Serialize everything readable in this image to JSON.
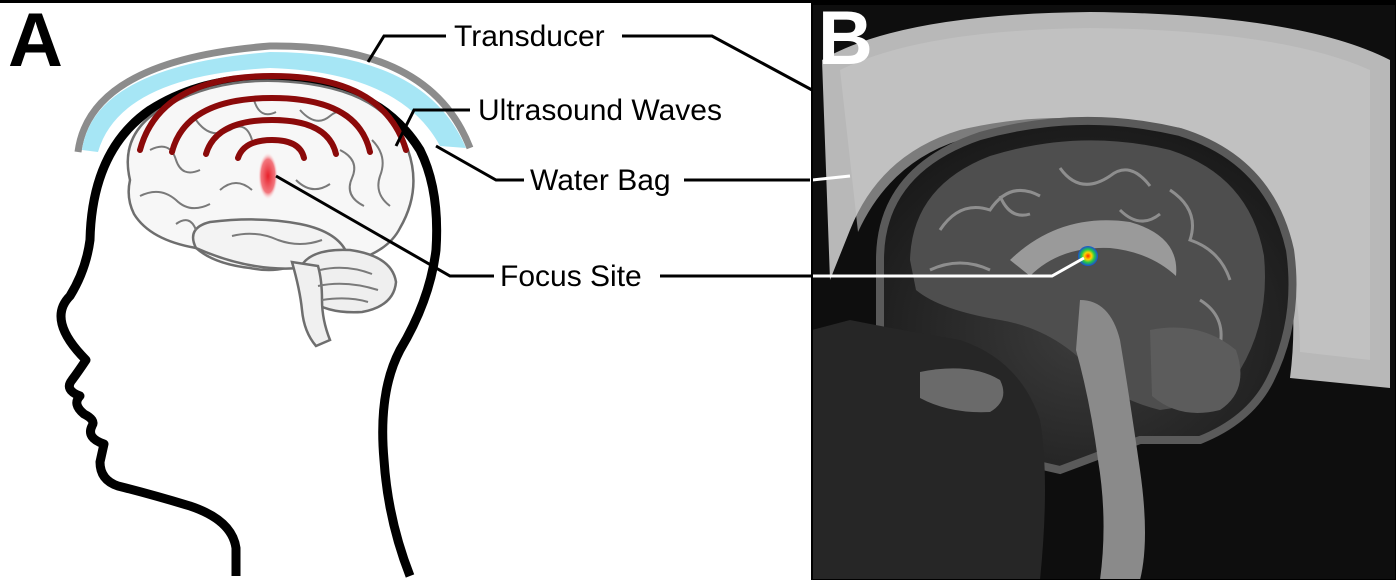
{
  "figure": {
    "panel_a_letter": "A",
    "panel_b_letter": "B"
  },
  "labels": {
    "transducer": "Transducer",
    "ultrasound_waves": "Ultrasound Waves",
    "water_bag": "Water Bag",
    "focus_site": "Focus Site"
  },
  "colors": {
    "water_bag": "#a6e6f5",
    "transducer": "#8c8c8c",
    "waves": "#8b0a0a",
    "focus": "#e8202a",
    "outline": "#000000"
  }
}
